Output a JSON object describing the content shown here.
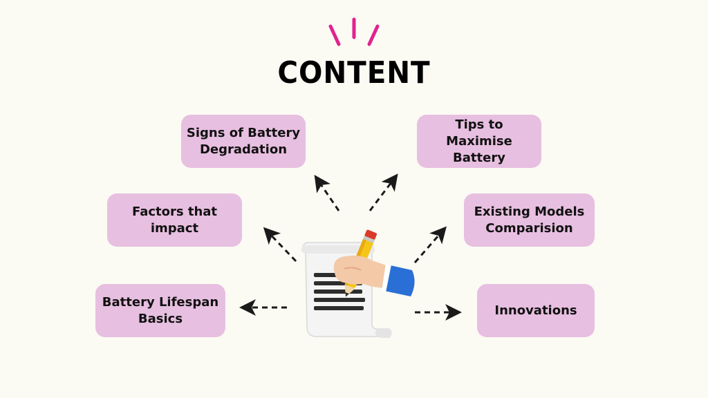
{
  "title": "CONTENT",
  "colors": {
    "background": "#fbfaf3",
    "box": "#e7bfe0",
    "accent": "#e0238f",
    "arrow": "#1a1a1a"
  },
  "boxes": {
    "signs": "Signs of Battery\nDegradation",
    "tips": "Tips to Maximise\nBattery",
    "factors": "Factors that\nimpact",
    "models": "Existing Models\nComparision",
    "basics": "Battery Lifespan\nBasics",
    "innovations": "Innovations"
  },
  "icons": {
    "spark": "spark-lines-icon",
    "center": "hand-writing-on-paper-icon",
    "arrow": "dashed-arrow-icon"
  }
}
